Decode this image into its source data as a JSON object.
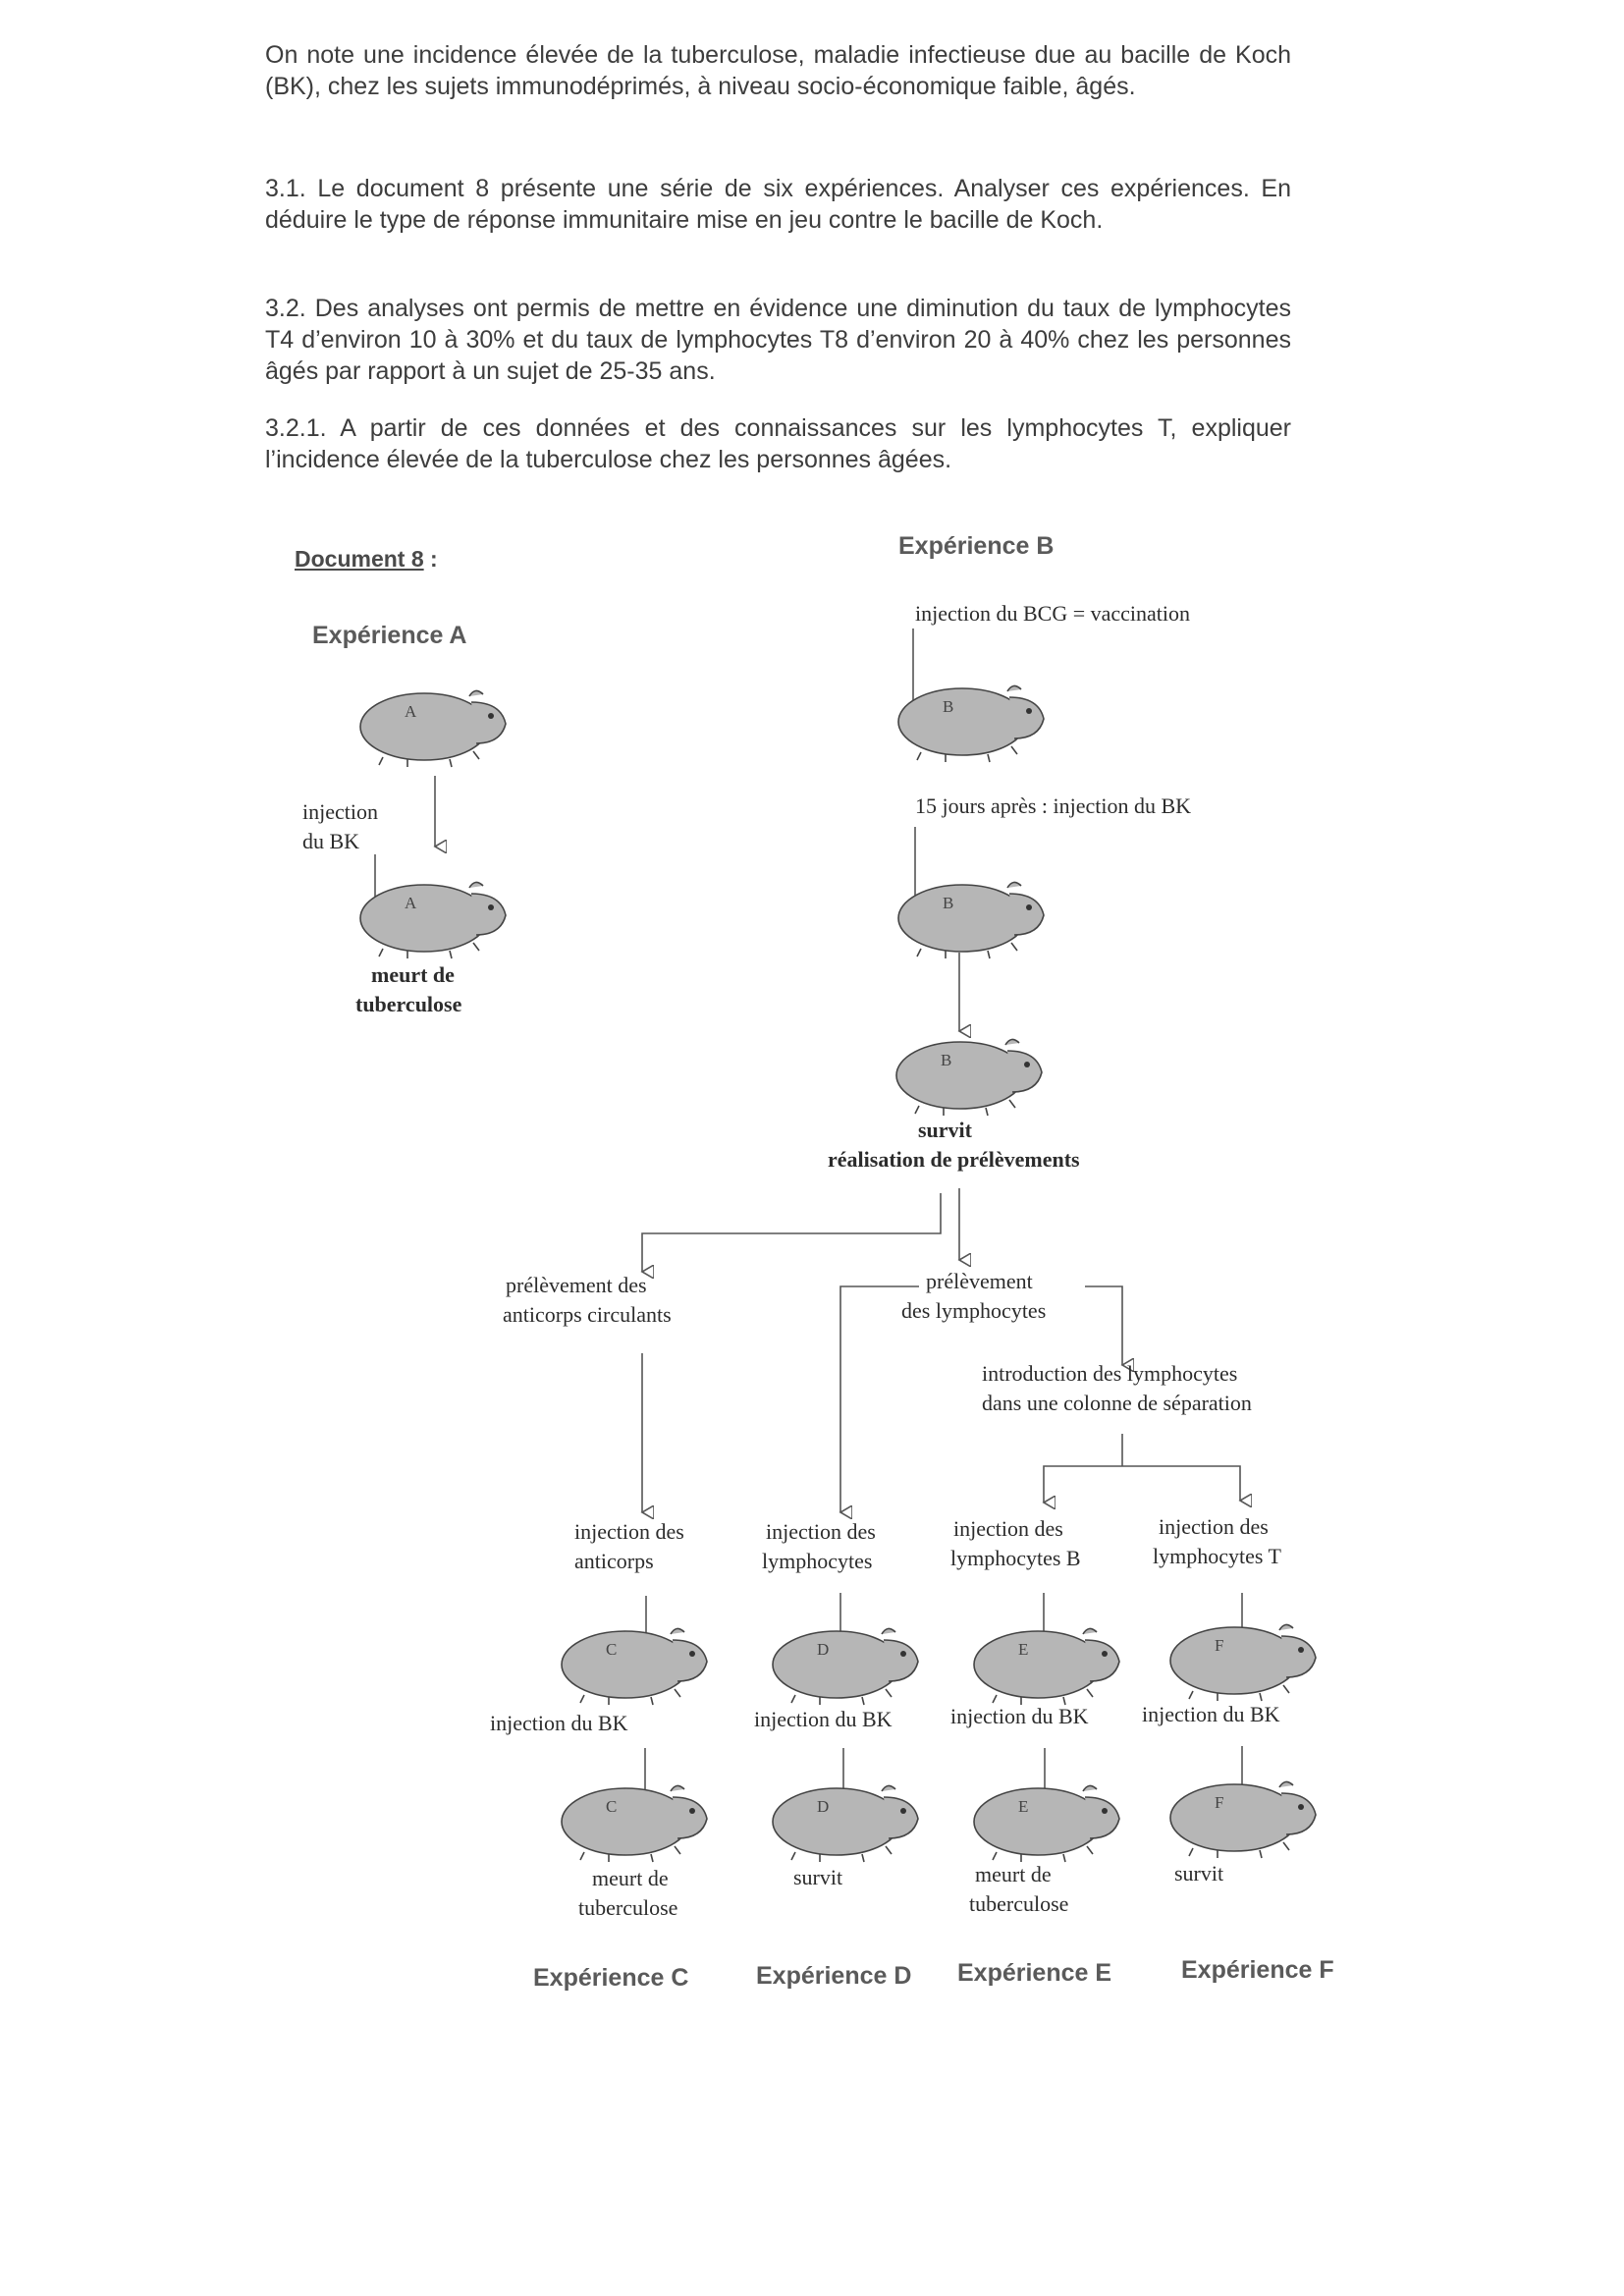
{
  "paragraphs": {
    "p1": "On note une incidence élevée de la tuberculose, maladie infectieuse due au bacille de Koch (BK), chez les sujets immunodéprimés, à niveau socio-économique faible, âgés.",
    "p2_num": "3.1.",
    "p2": "Le document 8 présente une série de six expériences. Analyser ces expériences. En déduire le type de réponse immunitaire mise en jeu contre le bacille de Koch.",
    "p3_num": "3.2.",
    "p3": "Des analyses ont permis de mettre en évidence une diminution du taux de lymphocytes T4 d’environ 10 à 30% et du taux de lymphocytes T8 d’environ 20 à 40% chez les personnes âgés par rapport à un sujet de 25-35 ans.",
    "p4_num": "3.2.1.",
    "p4": "A partir de ces données et des connaissances sur les lymphocytes T, expliquer l’incidence élevée de la tuberculose chez les personnes âgées."
  },
  "document": {
    "title": "Document 8",
    "title_suffix": " :",
    "experiences": {
      "A": "Expérience A",
      "B": "Expérience B",
      "C": "Expérience C",
      "D": "Expérience D",
      "E": "Expérience E",
      "F": "Expérience F"
    },
    "labels": {
      "a_injection": "injection",
      "a_du_bk": "du BK",
      "a_meurt": "meurt de",
      "a_tuberculose": "tuberculose",
      "b_bcg": "injection du BCG = vaccination",
      "b_15jours": "15 jours après : injection du BK",
      "b_survit": "survit",
      "b_prelevements": "réalisation de prélèvements",
      "prel_anticorps_1": "prélèvement des",
      "prel_anticorps_2": "anticorps circulants",
      "prel_lympho_1": "prélèvement",
      "prel_lympho_2": "des lymphocytes",
      "intro_1": "introduction des lymphocytes",
      "intro_2": "dans une colonne de séparation",
      "c_inj_1": "injection des",
      "c_inj_2": "anticorps",
      "d_inj_1": "injection des",
      "d_inj_2": "lymphocytes",
      "e_inj_1": "injection des",
      "e_inj_2": "lymphocytes B",
      "f_inj_1": "injection des",
      "f_inj_2": "lymphocytes T",
      "c_bk": "injection du BK",
      "d_bk": "injection du BK",
      "e_bk": "injection du BK",
      "f_bk": "injection du BK",
      "c_meurt": "meurt de",
      "c_tuberculose": "tuberculose",
      "d_survit": "survit",
      "e_meurt": "meurt de",
      "e_tuberculose": "tuberculose",
      "f_survit": "survit"
    },
    "animal_letters": {
      "A1": "A",
      "A2": "A",
      "B1": "B",
      "B2": "B",
      "B3": "B",
      "C1": "C",
      "C2": "C",
      "D1": "D",
      "D2": "D",
      "E1": "E",
      "E2": "E",
      "F1": "F",
      "F2": "F"
    }
  }
}
